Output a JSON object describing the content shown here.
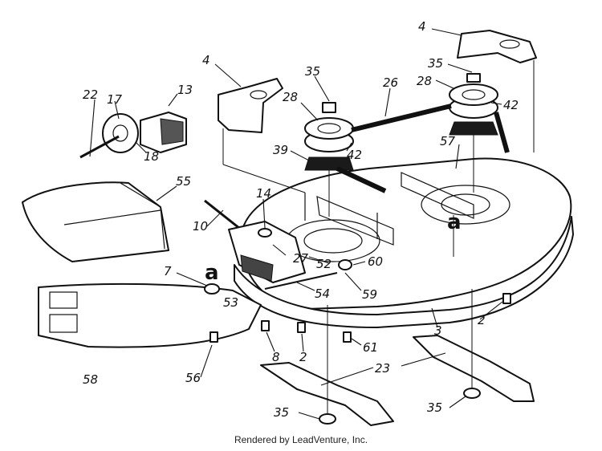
{
  "diagram": {
    "part_labels": [
      {
        "id": "p4a",
        "text": "4"
      },
      {
        "id": "p4b",
        "text": "4"
      },
      {
        "id": "p35a",
        "text": "35"
      },
      {
        "id": "p35b",
        "text": "35"
      },
      {
        "id": "p28a",
        "text": "28"
      },
      {
        "id": "p28b",
        "text": "28"
      },
      {
        "id": "p26",
        "text": "26"
      },
      {
        "id": "p42a",
        "text": "42"
      },
      {
        "id": "p42b",
        "text": "42"
      },
      {
        "id": "p39",
        "text": "39"
      },
      {
        "id": "p57",
        "text": "57"
      },
      {
        "id": "p22",
        "text": "22"
      },
      {
        "id": "p17",
        "text": "17"
      },
      {
        "id": "p13",
        "text": "13"
      },
      {
        "id": "p18",
        "text": "18"
      },
      {
        "id": "p55",
        "text": "55"
      },
      {
        "id": "p14",
        "text": "14"
      },
      {
        "id": "p10",
        "text": "10"
      },
      {
        "id": "p27",
        "text": "27"
      },
      {
        "id": "p52",
        "text": "52"
      },
      {
        "id": "p60",
        "text": "60"
      },
      {
        "id": "p59",
        "text": "59"
      },
      {
        "id": "p7",
        "text": "7"
      },
      {
        "id": "p53",
        "text": "53"
      },
      {
        "id": "p54",
        "text": "54"
      },
      {
        "id": "p3",
        "text": "3"
      },
      {
        "id": "p2a",
        "text": "2"
      },
      {
        "id": "p2b",
        "text": "2"
      },
      {
        "id": "p8",
        "text": "8"
      },
      {
        "id": "p61",
        "text": "61"
      },
      {
        "id": "p58",
        "text": "58"
      },
      {
        "id": "p56",
        "text": "56"
      },
      {
        "id": "p23",
        "text": "23"
      },
      {
        "id": "p35c",
        "text": "35"
      },
      {
        "id": "p35d",
        "text": "35"
      }
    ],
    "callouts": [
      {
        "id": "a1",
        "text": "a"
      },
      {
        "id": "a2",
        "text": "a"
      }
    ]
  },
  "footer": {
    "credit": "Rendered by LeadVenture, Inc."
  }
}
